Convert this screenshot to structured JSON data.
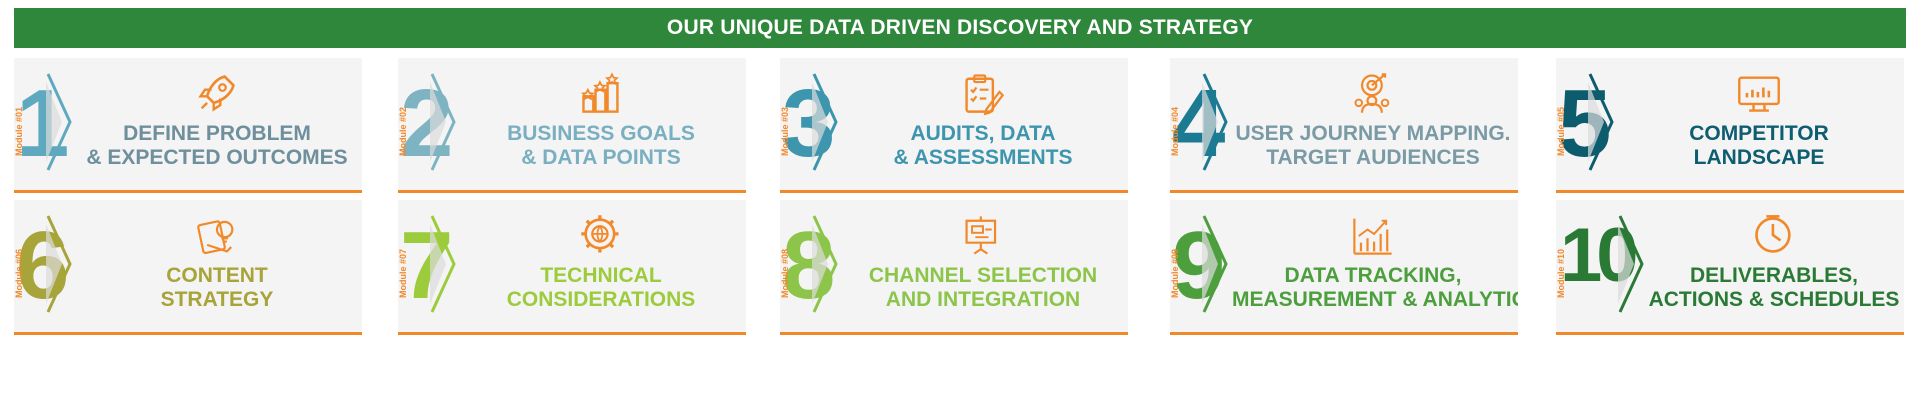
{
  "banner": {
    "title": "OUR UNIQUE DATA DRIVEN DISCOVERY AND STRATEGY"
  },
  "modules": [
    {
      "number": "1",
      "module_label": "Module #01",
      "line1": "DEFINE PROBLEM",
      "line2": "& EXPECTED OUTCOMES",
      "icon": "rocket-icon",
      "number_color": "#5fa9c0",
      "title_color": "#6f8f9c"
    },
    {
      "number": "2",
      "module_label": "Module #02",
      "line1": "BUSINESS GOALS",
      "line2": "& DATA POINTS",
      "icon": "goals-podium-icon",
      "number_color": "#7eb3c2",
      "title_color": "#79afc0"
    },
    {
      "number": "3",
      "module_label": "Module #03",
      "line1": "AUDITS, DATA",
      "line2": "& ASSESSMENTS",
      "icon": "clipboard-audit-icon",
      "number_color": "#3d95ae",
      "title_color": "#3d95ae"
    },
    {
      "number": "4",
      "module_label": "Module #04",
      "line1": "USER JOURNEY MAPPING.",
      "line2": "TARGET AUDIENCES",
      "icon": "audience-target-icon",
      "number_color": "#1c7a92",
      "title_color": "#7a9aa5"
    },
    {
      "number": "5",
      "module_label": "Module #05",
      "line1": "COMPETITOR",
      "line2": "LANDSCAPE",
      "icon": "monitor-chart-icon",
      "number_color": "#0d5c6e",
      "title_color": "#0e5d70"
    },
    {
      "number": "6",
      "module_label": "Module #06",
      "line1": "CONTENT",
      "line2": "STRATEGY",
      "icon": "content-idea-icon",
      "number_color": "#a7a43a",
      "title_color": "#a7a43a"
    },
    {
      "number": "7",
      "module_label": "Module #07",
      "line1": "TECHNICAL",
      "line2": "CONSIDERATIONS",
      "icon": "gear-globe-icon",
      "number_color": "#9ccb3b",
      "title_color": "#9ccb3b"
    },
    {
      "number": "8",
      "module_label": "Module #08",
      "line1": "CHANNEL SELECTION",
      "line2": "AND INTEGRATION",
      "icon": "channel-presentation-icon",
      "number_color": "#8dc54a",
      "title_color": "#8dc54a"
    },
    {
      "number": "9",
      "module_label": "Module #09",
      "line1": "DATA TRACKING,",
      "line2": "MEASUREMENT & ANALYTICS",
      "icon": "analytics-growth-icon",
      "number_color": "#4d9f3e",
      "title_color": "#4d9f3e"
    },
    {
      "number": "10",
      "module_label": "Module #10",
      "line1": "DELIVERABLES,",
      "line2": "ACTIONS & SCHEDULES",
      "icon": "clock-icon",
      "number_color": "#2a7a36",
      "title_color": "#2a7a36"
    }
  ]
}
